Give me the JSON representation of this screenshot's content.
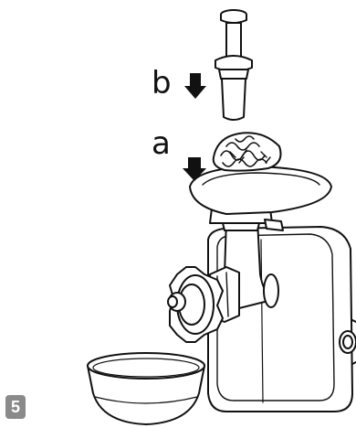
{
  "step_number": "5",
  "labels": {
    "a": "a",
    "b": "b"
  },
  "colors": {
    "line": "#111111",
    "fill": "#ffffff",
    "badge": "#8a8a8a"
  }
}
